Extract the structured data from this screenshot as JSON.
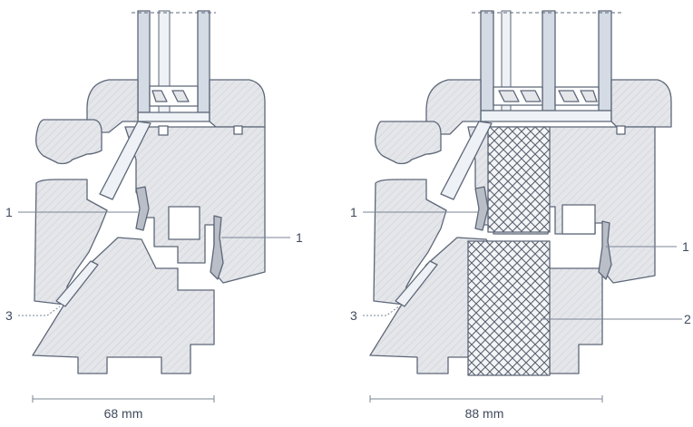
{
  "colors": {
    "background": "#ffffff",
    "outline": "#5d6778",
    "wood_fill": "#e4e6ea",
    "hatch": "#c9ccd3",
    "glass": "#d4dbe4",
    "insulation_fill": "#f4f5f7",
    "insulation_pattern": "#59616e",
    "text": "#3f4a5c",
    "leader": "#7b8494"
  },
  "left_section": {
    "callouts": {
      "seal_left": "1",
      "seal_right": "1",
      "drip": "3"
    },
    "dimension": "68 mm"
  },
  "right_section": {
    "callouts": {
      "seal_left": "1",
      "seal_right": "1",
      "drip": "3",
      "insulation": "2"
    },
    "dimension": "88 mm"
  }
}
